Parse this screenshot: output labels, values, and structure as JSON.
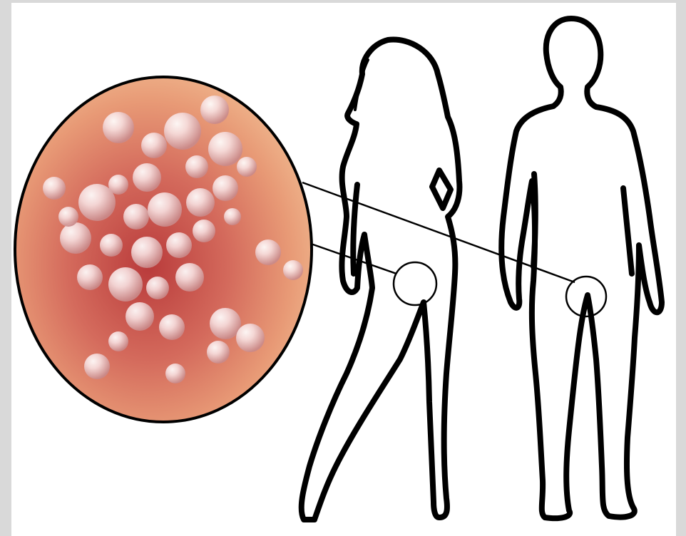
{
  "illustration": {
    "magnified_area": "blister-cluster-closeup",
    "figures": [
      "female-silhouette",
      "male-silhouette"
    ],
    "highlight": "groin-region-circles"
  },
  "colors": {
    "page_border": "#d9d9d9",
    "canvas": "#ffffff",
    "outline": "#000000",
    "skin_dark": "#b93b3b",
    "skin_mid": "#d46a5c",
    "skin_light": "#e8a07a",
    "blister": "#f3d6d6"
  }
}
